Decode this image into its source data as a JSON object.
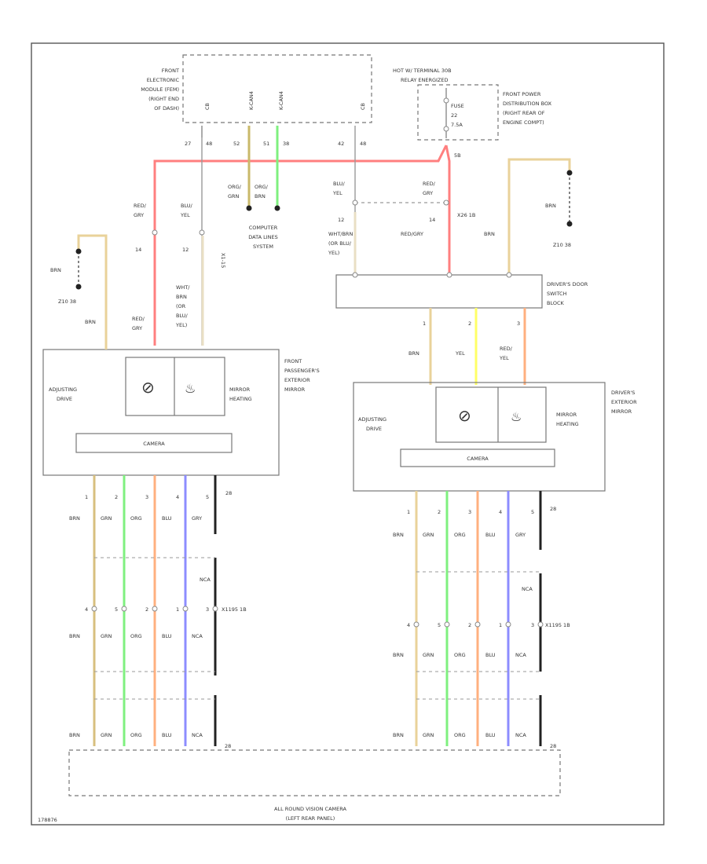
{
  "colors": {
    "red": "#ff7f7f",
    "brown": "#d7bf7f",
    "tan": "#e9dfc4",
    "green": "#7ff07f",
    "orange": "#ffb07f",
    "blue": "#8c8cff",
    "yellow": "#ffff66",
    "black": "#222222",
    "gray": "#999999",
    "olive": "#c9b96a"
  },
  "fem": {
    "label_lines": [
      "FRONT",
      "ELECTRONIC",
      "MODULE (FEM)",
      "(RIGHT END",
      "OF DASH)"
    ],
    "pin_names": [
      "CB",
      "K-CAN4",
      "K-CAN4",
      "CB"
    ],
    "pins": [
      "27",
      "48",
      "52",
      "51",
      "38",
      "42",
      "48"
    ]
  },
  "power": {
    "hot_label": [
      "HOT W/ TERMINAL 30B",
      "RELAY ENERGIZED"
    ],
    "fuse_label": [
      "FUSE",
      "22",
      "7.5A"
    ],
    "dist_label": [
      "FRONT POWER",
      "DISTRIBUTION BOX",
      "(RIGHT REAR OF",
      "ENGINE COMPT)"
    ],
    "fuse_pin": "5B"
  },
  "computer_data": {
    "wire_labels": [
      "ORG/",
      "GRN",
      "ORG/",
      "BRN"
    ],
    "label_lines": [
      "COMPUTER",
      "DATA LINES",
      "SYSTEM"
    ]
  },
  "left_feed": {
    "red_label": [
      "RED/",
      "GRY"
    ],
    "blu_label": [
      "BLU/",
      "YEL"
    ],
    "pin_red": "14",
    "pin_blu": "12",
    "connector": "X1-15",
    "wht_label": [
      "WHT/",
      "BRN",
      "(OR",
      "BLU/",
      "YEL)"
    ],
    "red_label2": [
      "RED/",
      "GRY"
    ],
    "ground_label": "BRN",
    "ground_id": "Z10 38",
    "brn_label": "BRN"
  },
  "right_feed": {
    "blu_label": [
      "BLU/",
      "YEL"
    ],
    "red_label": [
      "RED/",
      "GRY"
    ],
    "pin_blu": "12",
    "pin_red": "14",
    "connector": "X26 1B",
    "wht_label": [
      "WHT/BRN",
      "(OR BLU/",
      "YEL)"
    ],
    "red_label2": "RED/GRY",
    "brn_label": "BRN",
    "ground_label": "BRN",
    "ground_id": "Z10 38"
  },
  "driver_switch": {
    "label_lines": [
      "DRIVER'S DOOR",
      "SWITCH",
      "BLOCK"
    ],
    "pins": [
      "1",
      "2",
      "3"
    ],
    "wire_labels": [
      "BRN",
      "YEL",
      "RED/",
      "YEL"
    ]
  },
  "left_mirror": {
    "label_lines": [
      "FRONT",
      "PASSENGER'S",
      "EXTERIOR",
      "MIRROR"
    ],
    "adjust_label": [
      "ADJUSTING",
      "DRIVE"
    ],
    "heat_label": [
      "MIRROR",
      "HEATING"
    ],
    "camera_label": "CAMERA"
  },
  "right_mirror": {
    "label_lines": [
      "DRIVER'S",
      "EXTERIOR",
      "MIRROR"
    ],
    "adjust_label": [
      "ADJUSTING",
      "DRIVE"
    ],
    "heat_label": [
      "MIRROR",
      "HEATING"
    ],
    "camera_label": "CAMERA"
  },
  "camera_harness": {
    "pins": [
      "1",
      "2",
      "3",
      "4",
      "5"
    ],
    "pin_extra": "28",
    "top_labels": [
      "BRN",
      "GRN",
      "ORG",
      "BLU",
      "GRY"
    ],
    "splice_pins": [
      "4",
      "5",
      "2",
      "1",
      "3"
    ],
    "splice_connector": "X1195 1B",
    "nca": "NCA",
    "lower_labels": [
      "BRN",
      "GRN",
      "ORG",
      "BLU",
      "NCA"
    ],
    "bottom_labels": [
      "BRN",
      "GRN",
      "ORG",
      "BLU",
      "NCA"
    ]
  },
  "bottom_module": {
    "label_lines": [
      "ALL ROUND VISION CAMERA",
      "(LEFT REAR PANEL)"
    ],
    "pin_extra": "28"
  },
  "footer": {
    "ref": "178876"
  }
}
